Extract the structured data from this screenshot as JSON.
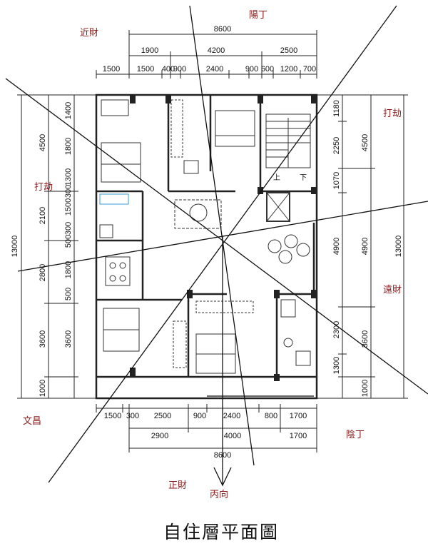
{
  "title": "自住層平面圖",
  "fengshui": {
    "jincai": "近財",
    "yangding": "陽丁",
    "jie_right": "打劫",
    "jie_left": "打劫",
    "yuancai": "遠財",
    "wenchang": "文昌",
    "yinding": "陰丁",
    "zhengcai": "正財",
    "bingxiang": "丙向"
  },
  "stairs": {
    "up": "上",
    "down": "下"
  },
  "dims": {
    "top_total": "8600",
    "top_row1": [
      "1900",
      "4200",
      "2500"
    ],
    "top_row2": [
      "1500",
      "1500",
      "400",
      "900",
      "2400",
      "900",
      "600",
      "1200",
      "700"
    ],
    "bottom_row1": [
      "1500",
      "300",
      "2500",
      "900",
      "2400",
      "800",
      "1700"
    ],
    "bottom_row2": [
      "2900",
      "4000",
      "1700"
    ],
    "bottom_total": "8600",
    "left_total": "13000",
    "left_outer": [
      "4500",
      "2100",
      "2800",
      "3600",
      "1000"
    ],
    "left_inner": [
      "1400",
      "1800",
      "1300",
      "300",
      "1500",
      "300",
      "500",
      "1800",
      "500",
      "3600"
    ],
    "right_total": "13000",
    "right_outer": [
      "4500",
      "4900",
      "3600",
      "1000"
    ],
    "right_inner": [
      "1180",
      "2250",
      "1070",
      "4900",
      "2300",
      "1300"
    ]
  }
}
